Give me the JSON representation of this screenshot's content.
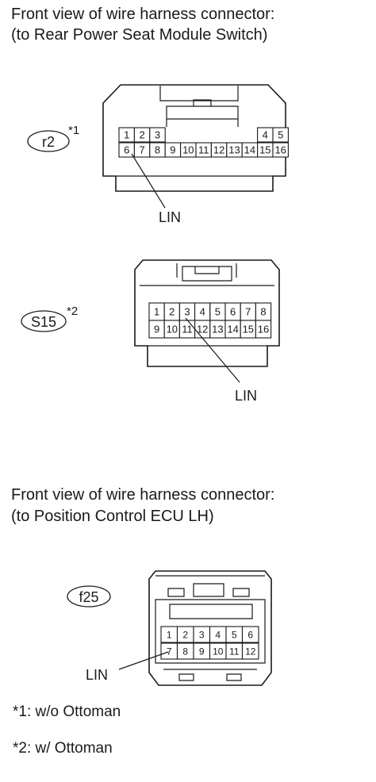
{
  "sections": [
    {
      "heading_line1": "Front view of wire harness connector:",
      "heading_line2": "(to Rear Power Seat Module Switch)"
    },
    {
      "heading_line1": "Front view of wire harness connector:",
      "heading_line2": "(to Position Control ECU LH)"
    }
  ],
  "connectors": [
    {
      "code": "r2",
      "note_ref": "*1",
      "pin_rows": [
        [
          "1",
          "2",
          "3",
          "4",
          "5"
        ],
        [
          "6",
          "7",
          "8",
          "9",
          "10",
          "11",
          "12",
          "13",
          "14",
          "15",
          "16"
        ]
      ],
      "callout_label": "LIN",
      "callout_pin": "6"
    },
    {
      "code": "S15",
      "note_ref": "*2",
      "pin_rows": [
        [
          "1",
          "2",
          "3",
          "4",
          "5",
          "6",
          "7",
          "8"
        ],
        [
          "9",
          "10",
          "11",
          "12",
          "13",
          "14",
          "15",
          "16"
        ]
      ],
      "callout_label": "LIN",
      "callout_pin": "3"
    },
    {
      "code": "f25",
      "note_ref": "",
      "pin_rows": [
        [
          "1",
          "2",
          "3",
          "4",
          "5",
          "6"
        ],
        [
          "7",
          "8",
          "9",
          "10",
          "11",
          "12"
        ]
      ],
      "callout_label": "LIN",
      "callout_pin": "7"
    }
  ],
  "notes": [
    "*1: w/o Ottoman",
    "*2: w/ Ottoman"
  ]
}
